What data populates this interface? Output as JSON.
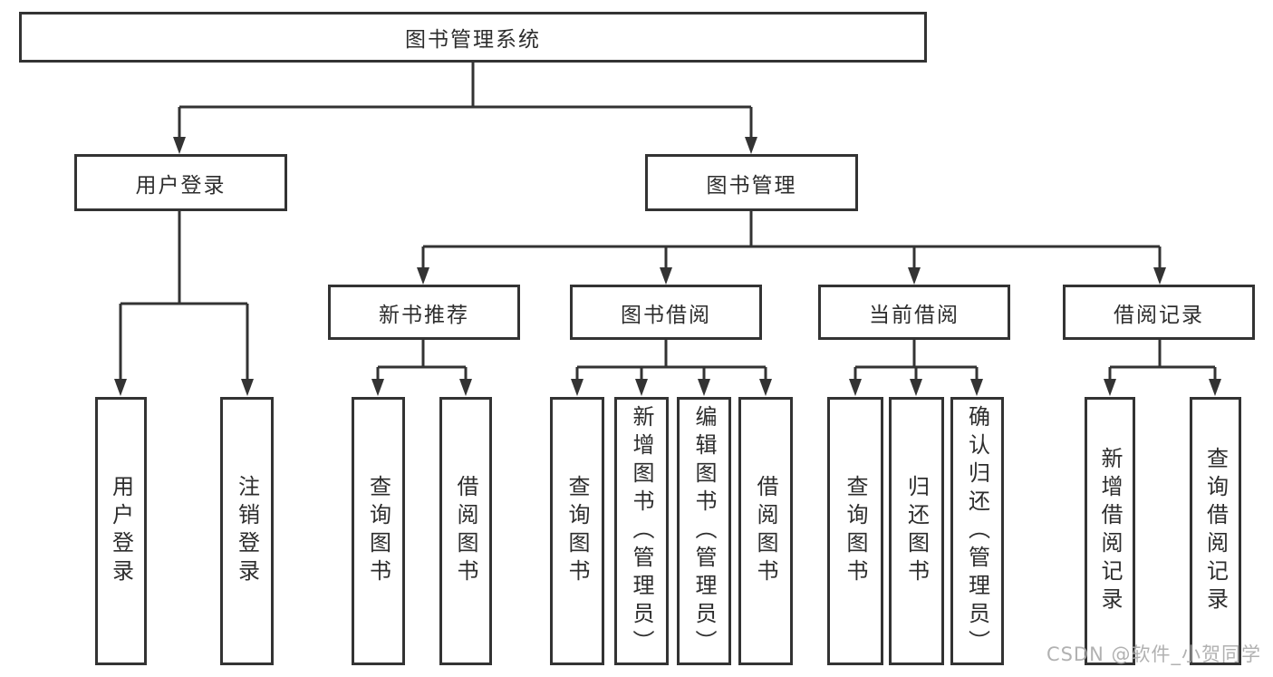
{
  "colors": {
    "line": "#333333",
    "text": "#2d2d2d",
    "box_border": "#333333",
    "box_background": "#ffffff",
    "watermark": "#a9a9a9"
  },
  "tree": {
    "root": {
      "label": "图书管理系统"
    },
    "level2": [
      {
        "label": "用户登录",
        "children": [
          {
            "label": "用户登录"
          },
          {
            "label": "注销登录"
          }
        ]
      },
      {
        "label": "图书管理",
        "children": [
          {
            "label": "新书推荐",
            "children": [
              {
                "label": "查询图书"
              },
              {
                "label": "借阅图书"
              }
            ]
          },
          {
            "label": "图书借阅",
            "children": [
              {
                "label": "查询图书"
              },
              {
                "label": "新增图书（管理员）"
              },
              {
                "label": "编辑图书（管理员）"
              },
              {
                "label": "借阅图书"
              }
            ]
          },
          {
            "label": "当前借阅",
            "children": [
              {
                "label": "查询图书"
              },
              {
                "label": "归还图书"
              },
              {
                "label": "确认归还（管理员）"
              }
            ]
          },
          {
            "label": "借阅记录",
            "children": [
              {
                "label": "新增借阅记录"
              },
              {
                "label": "查询借阅记录"
              }
            ]
          }
        ]
      }
    ]
  },
  "watermark": {
    "text": "CSDN @软件_小贺同学"
  }
}
